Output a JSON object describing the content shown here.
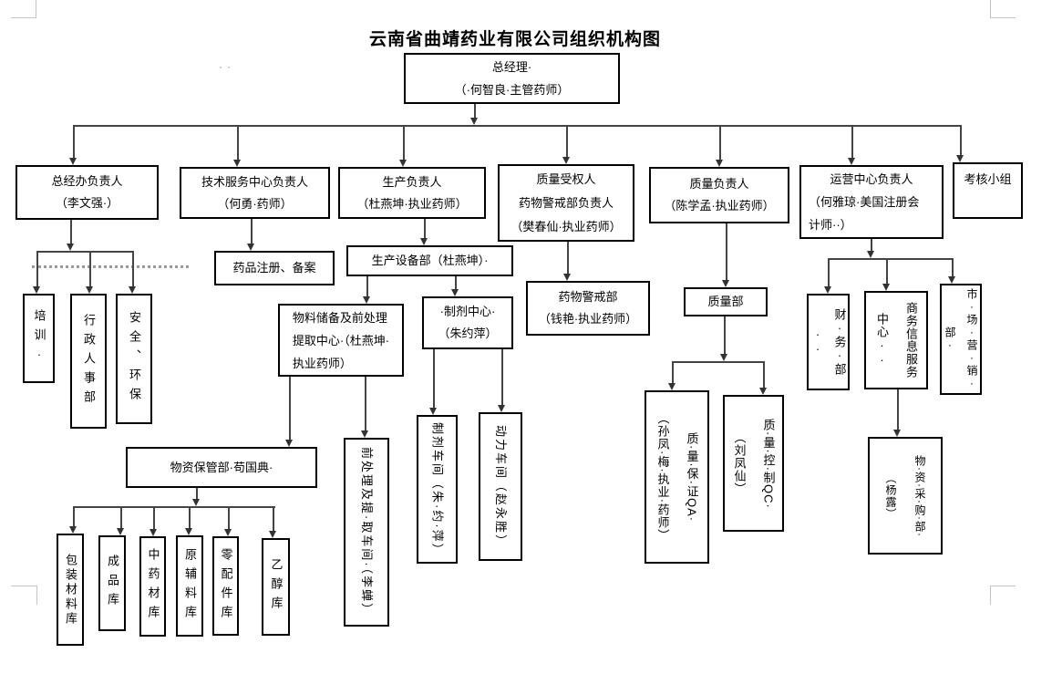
{
  "title": "云南省曲靖药业有限公司组织机构图",
  "marks": {
    "stray": "··"
  },
  "colors": {
    "line": "#444444",
    "border": "#000000",
    "page_mark": "#c4c4c4",
    "dotted_line": "#9a9a9a"
  },
  "nodes": {
    "gm": {
      "l1": "总经理·",
      "l2": "（·何智良·主管药师）"
    },
    "zjb": {
      "l1": "总经办负责人",
      "l2": "（李文强·）"
    },
    "jsfw": {
      "l1": "技术服务中心负责人",
      "l2": "（何勇·药师）"
    },
    "sc": {
      "l1": "生产负责人",
      "l2": "（杜燕坤·执业药师）"
    },
    "zlsq": {
      "l1": "质量受权人",
      "l2": "药物警戒部负责人",
      "l3": "（樊春仙·执业药师）"
    },
    "zlfz": {
      "l1": "质量负责人",
      "l2": "（陈学孟·执业药师）"
    },
    "yyzx": {
      "l1": "运营中心负责人",
      "l2": "（何雅琼·美国注册会",
      "l3": "计师··）"
    },
    "kh": {
      "l1": "考核小组"
    },
    "px": {
      "t": "培训·"
    },
    "xzrsb": {
      "t": "行政人事部"
    },
    "aqhb": {
      "t": "安全、环保"
    },
    "ypzc": {
      "l1": "药品注册、备案"
    },
    "scsbb": {
      "l1": "生产设备部（杜燕坤）·"
    },
    "wlcb": {
      "l1": "物料储备及前处理",
      "l2": "提取中心·（杜燕坤·",
      "l3": "执业药师）"
    },
    "zjzx": {
      "l1": "·制剂中心·",
      "l2": "（朱约萍）"
    },
    "ywjjb": {
      "l1": "药物警戒部",
      "l2": "（钱艳·执业药师）"
    },
    "zlb": {
      "l1": "质量部"
    },
    "wzbgb": {
      "l1": "物资保管部·苟国典·"
    },
    "qa": {
      "c1": "质·量·保·证QA·",
      "c2": "（孙凤·梅·执业·药师）"
    },
    "qc": {
      "c1": "质·量·控·制QC·",
      "c2": "（刘凤仙）"
    },
    "qchl": {
      "t": "前处理及提·取车间·（李蝉）"
    },
    "zjcj": {
      "t": "制剂车间（朱·约·萍）"
    },
    "dlcj": {
      "t": "动力车间（赵永胜）"
    },
    "cw": {
      "t": "财·务·部··"
    },
    "swzx": {
      "c1": "商务信息服务",
      "c2": "中心··"
    },
    "scyx": {
      "t": "市·场·营·销·部·"
    },
    "wzcg": {
      "c1": "物·资·采·购·部·",
      "c2": "（杨露）"
    },
    "bzcl": {
      "t": "包装材料库"
    },
    "cpk": {
      "t": "成品库"
    },
    "zyck": {
      "t": "中药材库"
    },
    "yflk": {
      "t": "原辅料库"
    },
    "lpjk": {
      "t": "零配件库"
    },
    "yck": {
      "t": "乙醇库"
    }
  }
}
